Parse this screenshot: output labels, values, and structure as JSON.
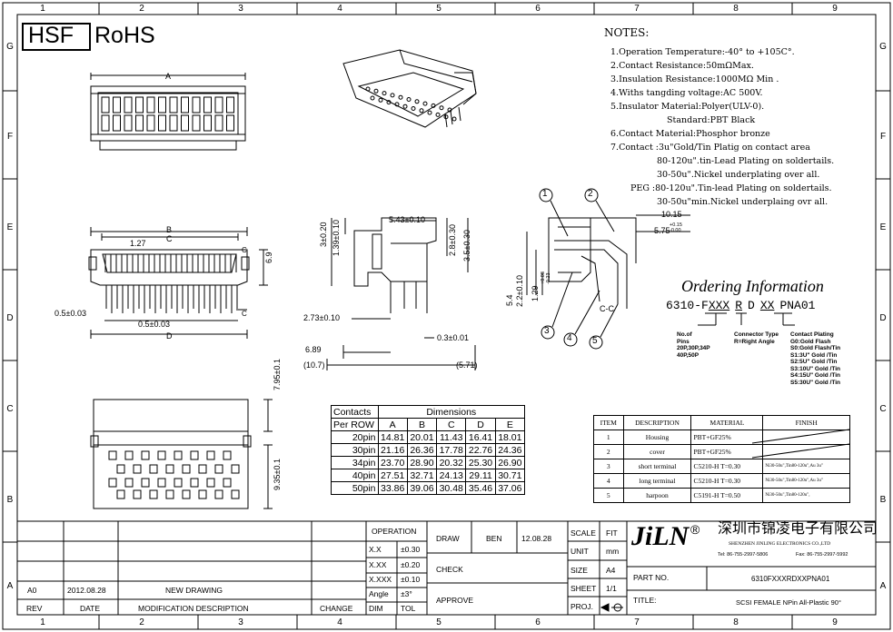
{
  "zones_top": [
    "1",
    "2",
    "3",
    "4",
    "5",
    "6",
    "7",
    "8",
    "9"
  ],
  "zones_side": [
    "G",
    "F",
    "E",
    "D",
    "C",
    "B",
    "A"
  ],
  "badges": {
    "hsf": "HSF",
    "rohs": "RoHS"
  },
  "notes": {
    "title": "NOTES:",
    "lines": [
      "1.Operation Temperature:-40°  to +105C°.",
      "2.Contact Resistance:50mΩMax.",
      "3.Insulation Resistance:1000MΩ  Min .",
      "4.Withs tangding voltage:AC 500V.",
      "5.Insulator Material:Polyer(ULV-0).",
      "Standard:PBT Black",
      "6.Contact Material:Phosphor bronze",
      "7.Contact :3u\"Gold/Tin Platig on contact area",
      "80-120u\".tin-Lead Plating on soldertails.",
      "30-50u\".Nickel underplating over all.",
      "PEG :80-120u\".Tin-lead Plating on soldertails.",
      "30-50u\"min.Nickel underplaing ovr all."
    ]
  },
  "dimension_labels": {
    "a": "A",
    "b": "B",
    "c": "C",
    "d": "D",
    "p127": "1.27",
    "d69": "6.9",
    "half03_left": "0.5±0.03",
    "half03_mid": "0.5±0.03",
    "c_small": "C",
    "c_small2": "C",
    "v3": "3±0.20",
    "v139": "1.39±0.10",
    "h543": "5.43±0.10",
    "v28": "2.8±0.30",
    "v35": "3.5±0.30",
    "h273": "2.73±0.10",
    "h03": "0.3±0.01",
    "h689": "6.89",
    "h107": "(10.7)",
    "h571": "(5.71)",
    "v795": "7.95±0.1",
    "v935": "9.35±0.1",
    "h1015": "10.15",
    "h575": "5.75",
    "h575tol": "+0.15",
    "h575tol2": "-0.00",
    "v54": "5.4",
    "v22": "2.2±0.10",
    "v129": "1.29",
    "v129tol": "+0.08",
    "v129tol2": "-0.23",
    "cc": "C-C",
    "callouts": [
      "1",
      "2",
      "3",
      "4",
      "5"
    ]
  },
  "ordering": {
    "title": "Ordering Information",
    "code_parts": [
      "6310-F",
      "XXX",
      "R",
      "D",
      "XX",
      "PNA01"
    ],
    "pins_title": "No.of",
    "pins_lines": [
      "Pins",
      "20P,30P,34P",
      "40P,50P"
    ],
    "type_lines": [
      "Connector Type",
      "R=Right Angle"
    ],
    "plating_lines": [
      "Contact Plating",
      "G0:Gold Flash",
      "S0:Gold Flash/Tin",
      "S1:3U\" Gold /Tin",
      "S2:5U\" Gold /Tin",
      "S3:10U\" Gold /Tin",
      "S4:15U\" Gold /Tin",
      "S5:30U\" Gold /Tin"
    ]
  },
  "dim_table": {
    "header_left": [
      "Contacts",
      "Per ROW"
    ],
    "header_right": "Dimensions",
    "cols": [
      "A",
      "B",
      "C",
      "D",
      "E"
    ],
    "rows": [
      {
        "pins": "20pin",
        "vals": [
          "14.81",
          "20.01",
          "11.43",
          "16.41",
          "18.01"
        ]
      },
      {
        "pins": "30pin",
        "vals": [
          "21.16",
          "26.36",
          "17.78",
          "22.76",
          "24.36"
        ]
      },
      {
        "pins": "34pin",
        "vals": [
          "23.70",
          "28.90",
          "20.32",
          "25.30",
          "26.90"
        ]
      },
      {
        "pins": "40pin",
        "vals": [
          "27.51",
          "32.71",
          "24.13",
          "29.11",
          "30.71"
        ]
      },
      {
        "pins": "50pin",
        "vals": [
          "33.86",
          "39.06",
          "30.48",
          "35.46",
          "37.06"
        ]
      }
    ]
  },
  "bom": {
    "headers": [
      "ITEM",
      "DESCRIPTION",
      "MATERIAL",
      "FINISH"
    ],
    "rows": [
      {
        "item": "1",
        "desc": "Housing",
        "mat": "PBT+GF25%",
        "finish": ""
      },
      {
        "item": "2",
        "desc": "cover",
        "mat": "PBT+GF25%",
        "finish": ""
      },
      {
        "item": "3",
        "desc": "short terminal",
        "mat": "C5210-H T=0.30",
        "finish": "Ni30-50u\",Tin80-120u\",Au 3u\""
      },
      {
        "item": "4",
        "desc": "long terminal",
        "mat": "C5210-H T=0.30",
        "finish": "Ni30-50u\",Tin80-120u\",Au 3u\""
      },
      {
        "item": "5",
        "desc": "harpoon",
        "mat": "C5191-H T=0.50",
        "finish": "Ni30-50u\",Tin80-120u\","
      }
    ]
  },
  "title_block": {
    "rev_row": {
      "rev": "A0",
      "date": "2012.08.28",
      "desc": "NEW DRAWING"
    },
    "rev_headers": {
      "rev": "REV",
      "date": "DATE",
      "desc": "MODIFICATION DESCRIPTION",
      "change": "CHANGE"
    },
    "operation": "OPERATION",
    "tolerances": [
      {
        "k": "X.X",
        "v": "±0.30"
      },
      {
        "k": "X.XX",
        "v": "±0.20"
      },
      {
        "k": "X.XXX",
        "v": "±0.10"
      },
      {
        "k": "Angle",
        "v": "±3°"
      },
      {
        "k": "DIM",
        "v": "TOL"
      }
    ],
    "draw": "DRAW",
    "drawer": "BEN",
    "draw_date": "12.08.28",
    "check": "CHECK",
    "approve": "APPROVE",
    "scale": "SCALE",
    "scale_v": "FIT",
    "unit": "UNIT",
    "unit_v": "mm",
    "size": "SIZE",
    "size_v": "A4",
    "sheet": "SHEET",
    "sheet_v": "1/1",
    "proj": "PROJ.",
    "logo": "JiLN",
    "reg": "®",
    "company_cn": "深圳市锦凌电子有限公司",
    "company_en": "SHENZHEN JINLING ELECTRONICS CO.,LTD",
    "tel": "Tel: 86-755-2997-5806",
    "fax": "Fax: 86-755-2997-5992",
    "part_no_label": "PART NO.",
    "part_no": "6310FXXXRDXXPNA01",
    "title_label": "TITLE:",
    "title": "SCSI FEMALE NPin All-Plastic 90°"
  }
}
